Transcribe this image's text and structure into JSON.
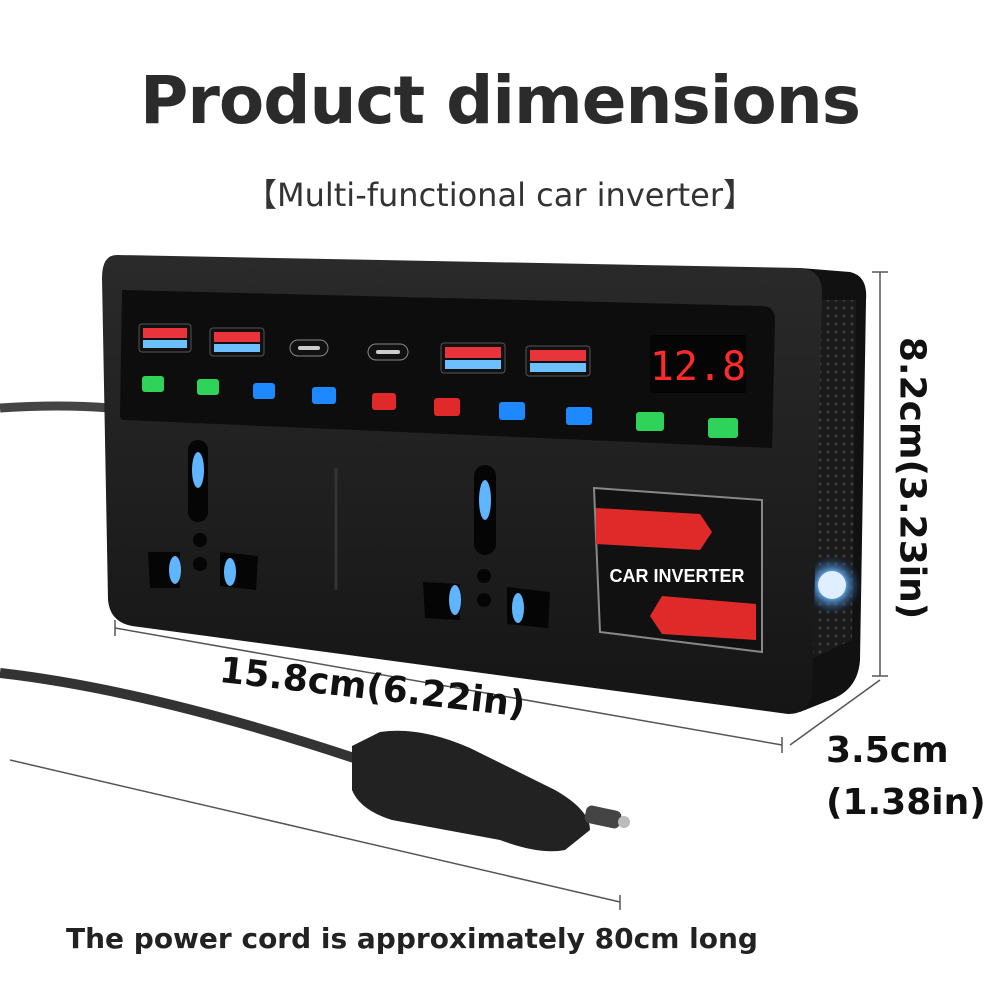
{
  "title": "Product dimensions",
  "subtitle": "【Multi-functional car inverter】",
  "dimensions": {
    "width": "15.8cm(6.22in)",
    "height": "8.2cm(3.23in)",
    "depth_line1": "3.5cm",
    "depth_line2": "(1.38in)"
  },
  "display_reading": "12.8",
  "badge_label": "CAR INVERTER",
  "cord_note": "The power cord is approximately 80cm long",
  "colors": {
    "body": "#1e1e1e",
    "usb_a": "#e8343a",
    "led_green": "#2fd35a",
    "led_blue": "#1e88ff",
    "led_red": "#e02a2a",
    "display": "#ff2a2a"
  },
  "icons": [
    "usb-a-port-icon",
    "usb-c-port-icon",
    "ac-socket-icon",
    "cigarette-plug-icon",
    "chevron-arrow-icon"
  ]
}
